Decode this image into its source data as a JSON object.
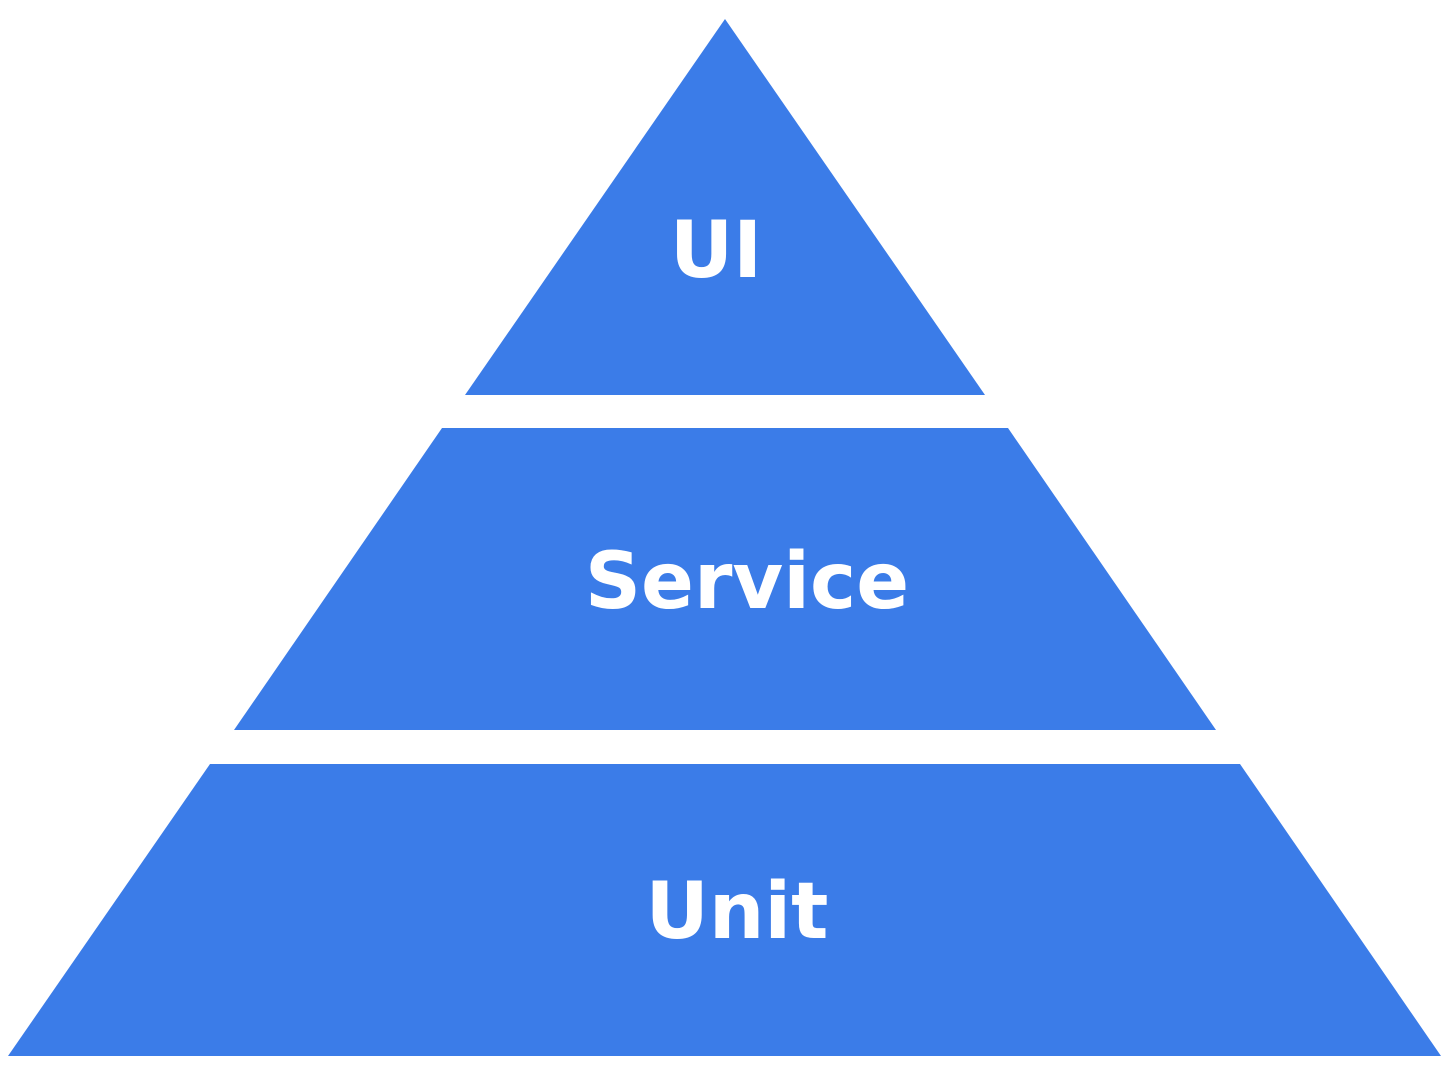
{
  "diagram": {
    "kind": "pyramid",
    "background_color": "#ffffff",
    "layer_color": "#3b7ce8",
    "label_color": "#ffffff",
    "layers": [
      {
        "label": "UI"
      },
      {
        "label": "Service"
      },
      {
        "label": "Unit"
      }
    ]
  }
}
